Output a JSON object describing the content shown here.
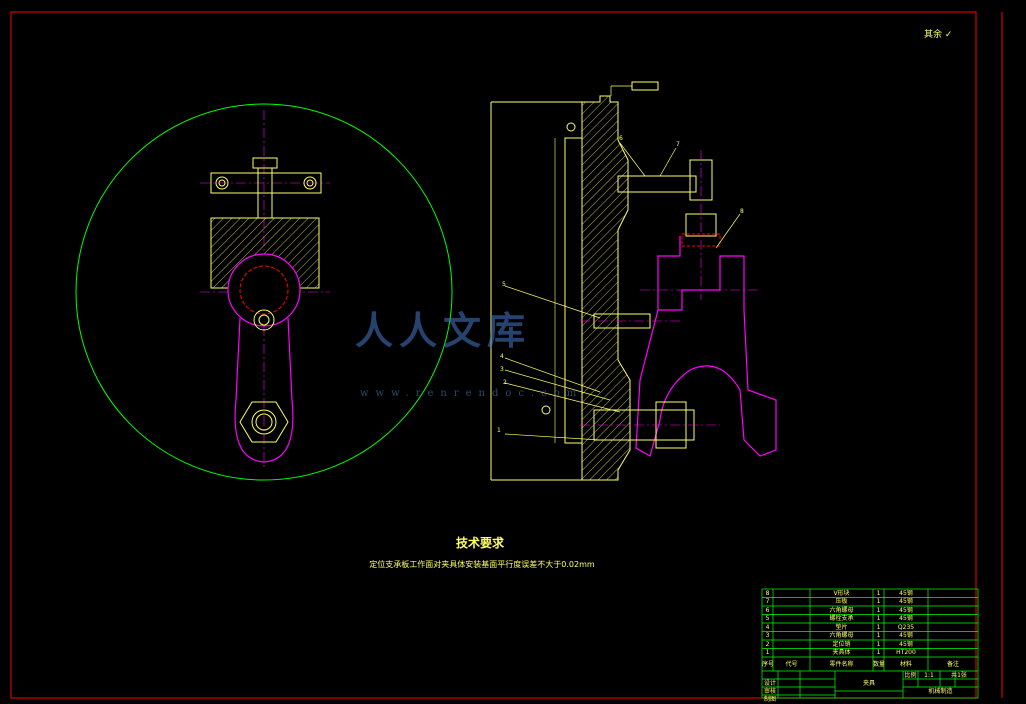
{
  "drawing": {
    "colors": {
      "background": "#000000",
      "frame": "#ff0000",
      "outline": "#ffff66",
      "part": "#ff00ff",
      "section": "#ff0000",
      "clamp_circle": "#00ff00",
      "text": "#ffff66",
      "table": "#00ff00"
    },
    "roughness_mark": "其余",
    "tech_requirements_title": "技术要求",
    "tech_requirements_text": "定位支承板工作面对夹具体安装基面平行度误差不大于0.02mm",
    "callouts": [
      "1",
      "2",
      "3",
      "4",
      "5",
      "6",
      "7",
      "8"
    ],
    "watermark": "人人文库",
    "watermark_sub": "www.renrendoc.com"
  },
  "bom": {
    "rows": [
      {
        "no": "8",
        "name": "V形块",
        "qty": "1",
        "material": "45钢"
      },
      {
        "no": "7",
        "name": "压板",
        "qty": "1",
        "material": "45钢"
      },
      {
        "no": "6",
        "name": "六角螺母",
        "qty": "1",
        "material": "45钢"
      },
      {
        "no": "5",
        "name": "螺栓支承",
        "qty": "1",
        "material": "45钢"
      },
      {
        "no": "4",
        "name": "垫片",
        "qty": "1",
        "material": "Q235"
      },
      {
        "no": "3",
        "name": "六角螺母",
        "qty": "1",
        "material": "45钢"
      },
      {
        "no": "2",
        "name": "定位销",
        "qty": "1",
        "material": "45钢"
      },
      {
        "no": "1",
        "name": "夹具体",
        "qty": "1",
        "material": "HT200"
      }
    ],
    "header": {
      "no": "序号",
      "code": "代号",
      "name": "零件名称",
      "qty": "数量",
      "material": "材料",
      "note": "备注"
    }
  },
  "title_block": {
    "name": "夹具",
    "scale_label": "比例",
    "scale": "1:1",
    "sheet": "共1张",
    "designer_label": "设计",
    "checker_label": "审核",
    "drawer_label": "制图",
    "school": "机械制造"
  }
}
